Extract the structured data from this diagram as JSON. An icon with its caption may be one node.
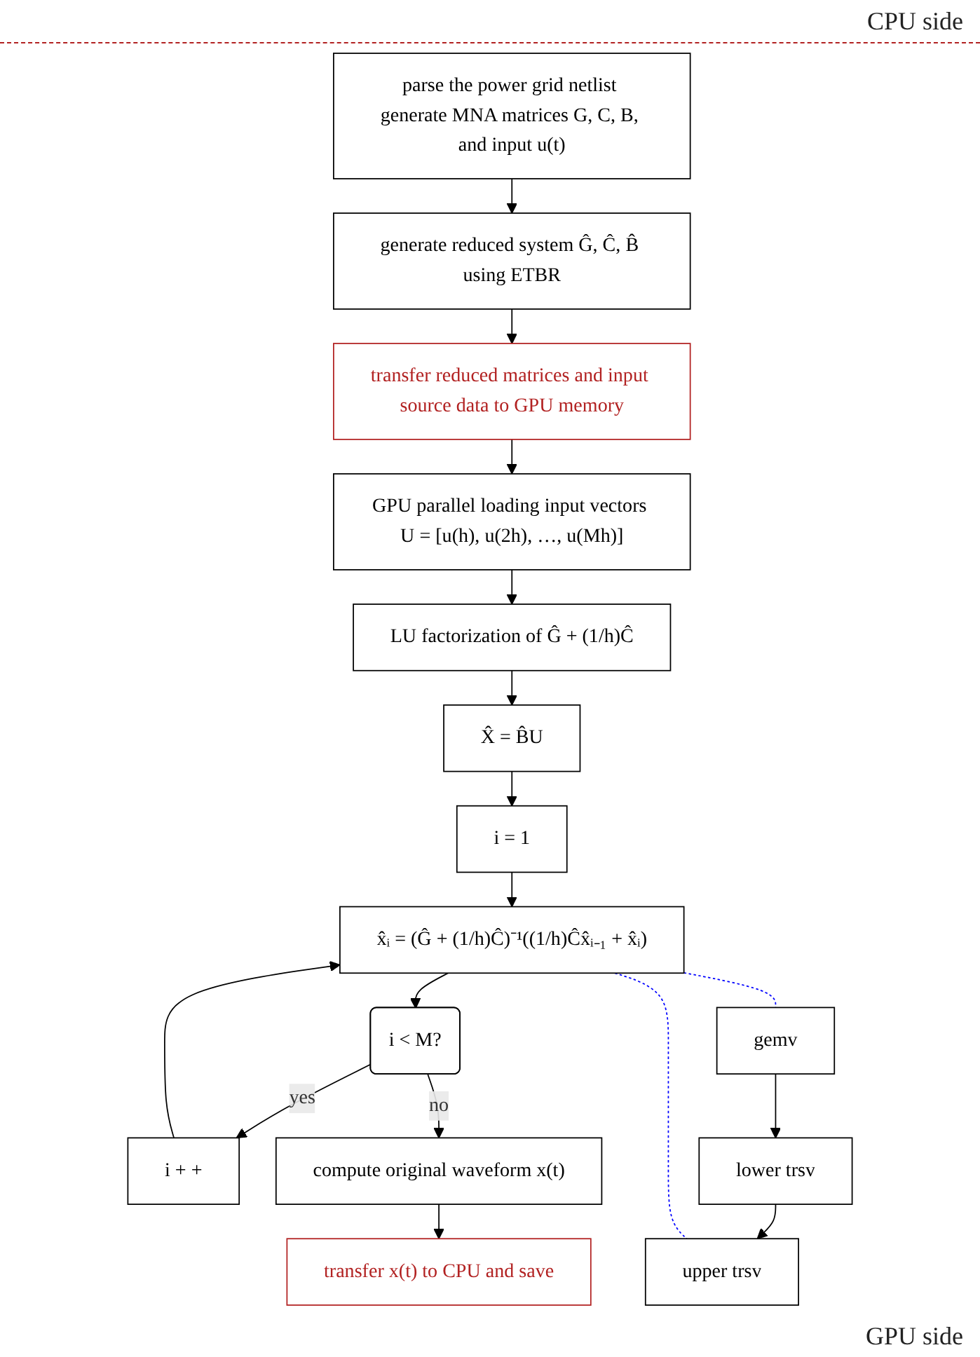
{
  "diagram": {
    "nodes": [
      {
        "text": [
          "parse the power grid netlist generate MNA matrices G, C, B, and input u(t)"
        ]
      },
      {
        "text": [
          "generate reduced system Ĝ, Ĉ, B̂ using ETBR"
        ]
      },
      {
        "text": [
          "transfer reduced matrices and input source data to GPU memory"
        ]
      },
      {
        "text": [
          "GPU parallel loading input vectors U = [u(h), u(2h), …, u(Mh)]"
        ]
      },
      {
        "text": [
          "LU factorization of Ĝ + (1/h)Ĉ"
        ]
      },
      {
        "text": [
          "X̂ = B̂U"
        ]
      },
      {
        "text": [
          "i = 1"
        ]
      },
      {
        "text": [
          "x̂ᵢ = (Ĝ + (1/h)Ĉ)⁻¹((1/h)Ĉx̂ᵢ₋₁ + x̂ᵢ)"
        ]
      },
      {
        "text": [
          "i < M?"
        ]
      },
      {
        "text": [
          "i + +"
        ]
      },
      {
        "text": [
          "compute original waveform x(t)"
        ]
      },
      {
        "text": [
          "transfer x(t) to CPU and save"
        ]
      },
      {
        "text": [
          "gemv"
        ]
      },
      {
        "text": [
          "lower trsv"
        ]
      },
      {
        "text": [
          "upper trsv"
        ]
      }
    ],
    "edges": [
      {
        "from": 0,
        "to": 1,
        "arrow": "to"
      },
      {
        "from": 1,
        "to": 2,
        "arrow": "to"
      },
      {
        "from": 2,
        "to": 3,
        "arrow": "to"
      },
      {
        "from": 3,
        "to": 4,
        "arrow": "to"
      },
      {
        "from": 4,
        "to": 5,
        "arrow": "to"
      },
      {
        "from": 5,
        "to": 6,
        "arrow": "to"
      },
      {
        "from": 6,
        "to": 7,
        "arrow": "to"
      },
      {
        "from": 7,
        "to": 8,
        "arrow": "to"
      },
      {
        "from": 8,
        "to": 9,
        "arrow": "to",
        "label": "yes"
      },
      {
        "from": 9,
        "to": 7,
        "arrow": "to"
      },
      {
        "from": 8,
        "to": 10,
        "arrow": "to",
        "label": "no"
      },
      {
        "from": 10,
        "to": 11,
        "arrow": "to"
      },
      {
        "from": 12,
        "to": 13,
        "arrow": "to"
      },
      {
        "from": 13,
        "to": 14,
        "arrow": "to"
      },
      {
        "from": 7,
        "to": 12,
        "arrow": "none",
        "style": "dashed",
        "color": "#0000ff"
      },
      {
        "from": 7,
        "to": 14,
        "arrow": "none",
        "style": "dashed",
        "color": "#0000ff"
      }
    ],
    "labels": [
      "CPU side",
      "GPU side"
    ]
  }
}
